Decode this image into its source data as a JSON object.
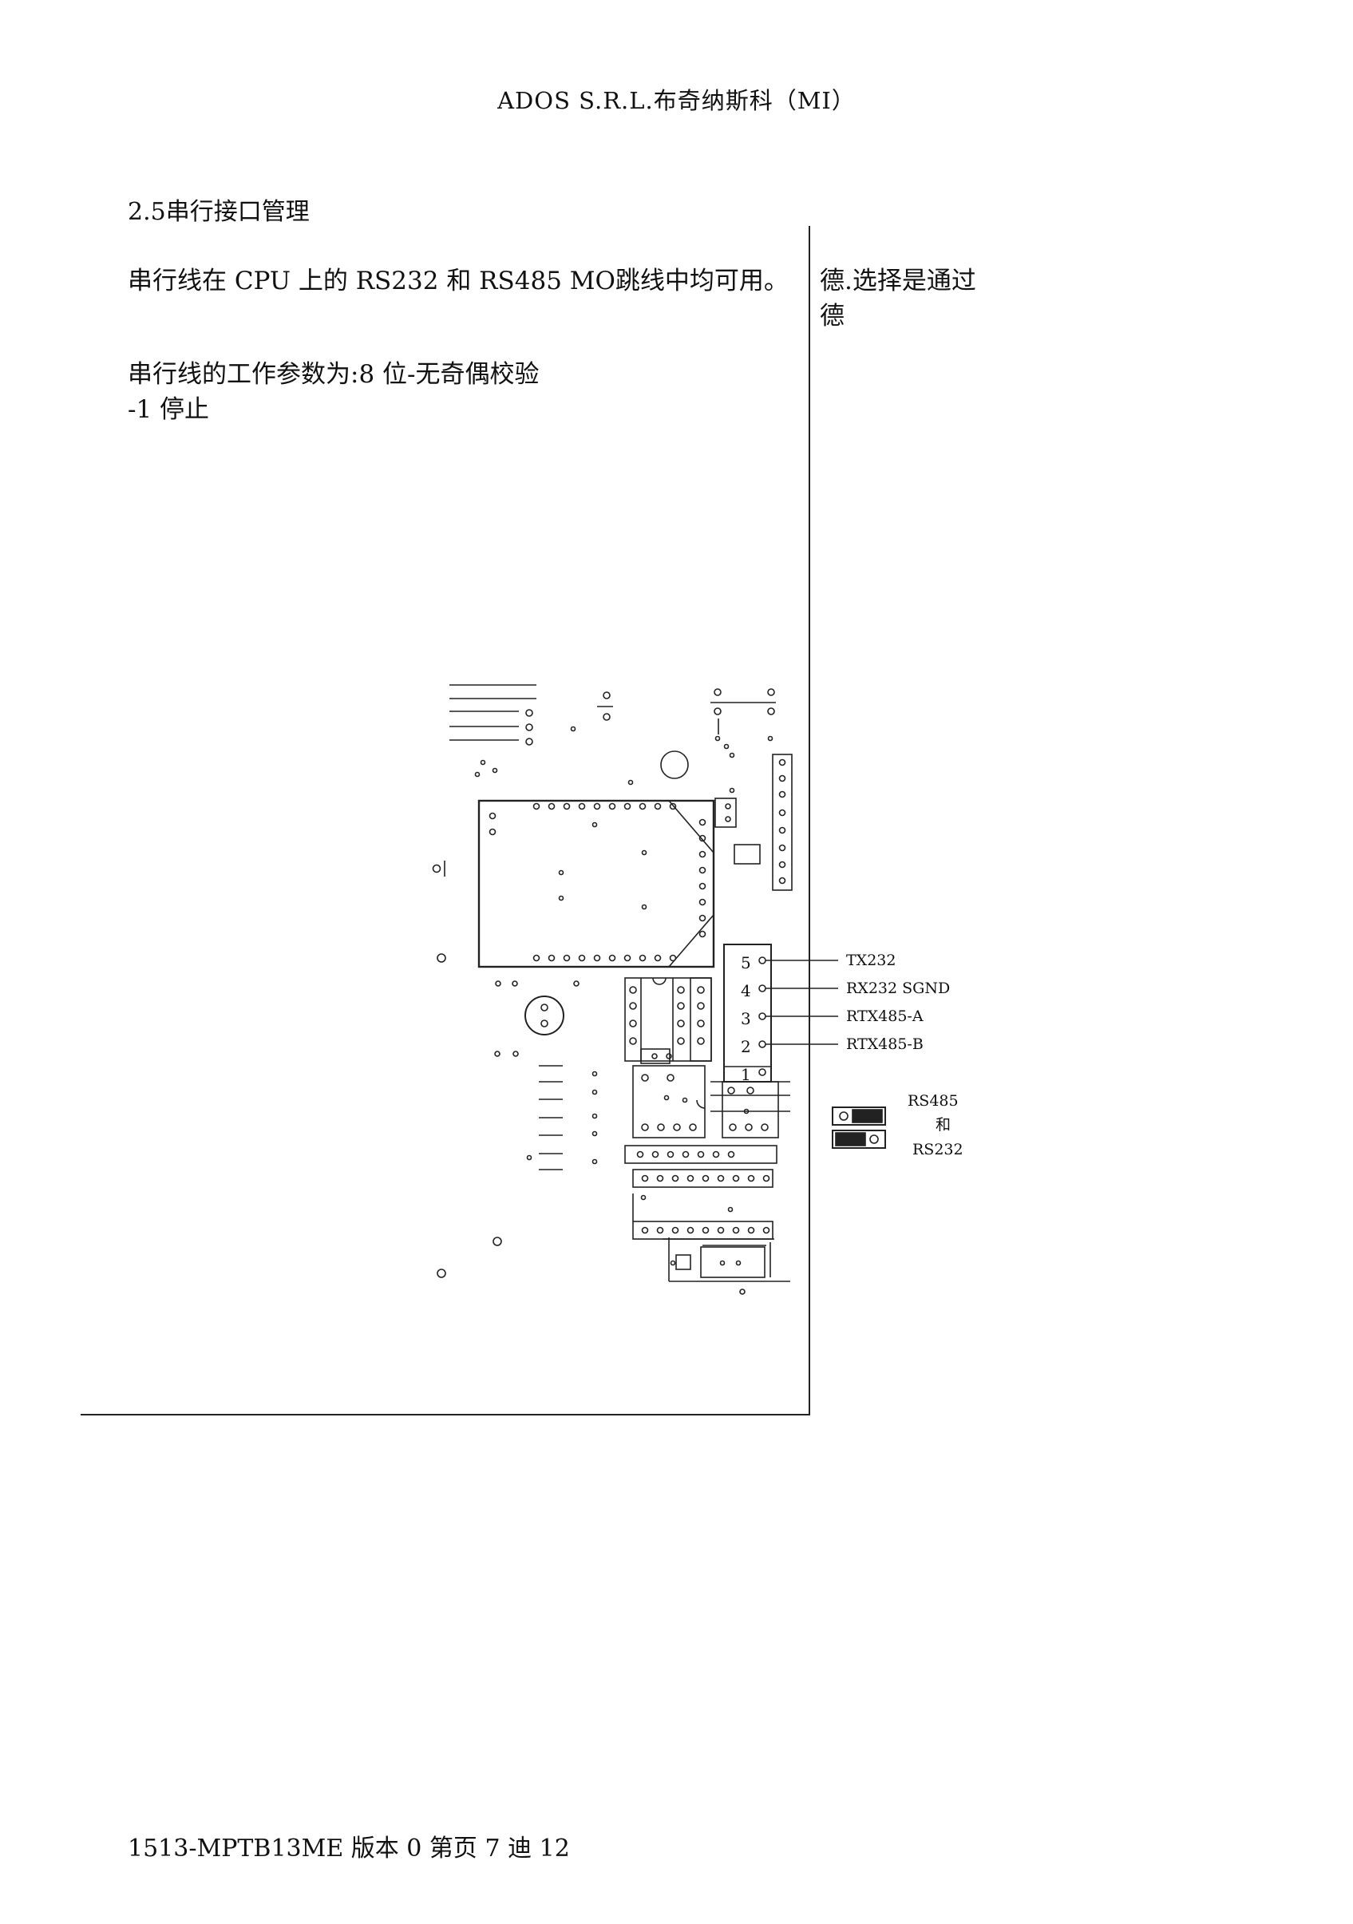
{
  "header": {
    "title": "ADOS S.R.L.布奇纳斯科（MI）"
  },
  "section": {
    "heading": "2.5串行接口管理"
  },
  "body": {
    "para1": "串行线在 CPU 上的 RS232 和 RS485 MO跳线中均可用。",
    "para2_line1": "串行线的工作参数为:8 位-无奇偶校验",
    "para2_line2": "-1 停止"
  },
  "side_note": {
    "line1": "德.选择是通过",
    "line2": "德"
  },
  "diagram": {
    "connector_pins": [
      {
        "number": "5",
        "signal": "TX232"
      },
      {
        "number": "4",
        "signal": "RX232 SGND"
      },
      {
        "number": "3",
        "signal": "RTX485-A"
      },
      {
        "number": "2",
        "signal": "RTX485-B"
      },
      {
        "number": "1",
        "signal": ""
      }
    ],
    "jumper_labels": {
      "top": "RS485",
      "middle": "和",
      "bottom": "RS232"
    }
  },
  "footer": {
    "text": "1513-MPTB13ME 版本 0 第页 7 迪 12"
  }
}
